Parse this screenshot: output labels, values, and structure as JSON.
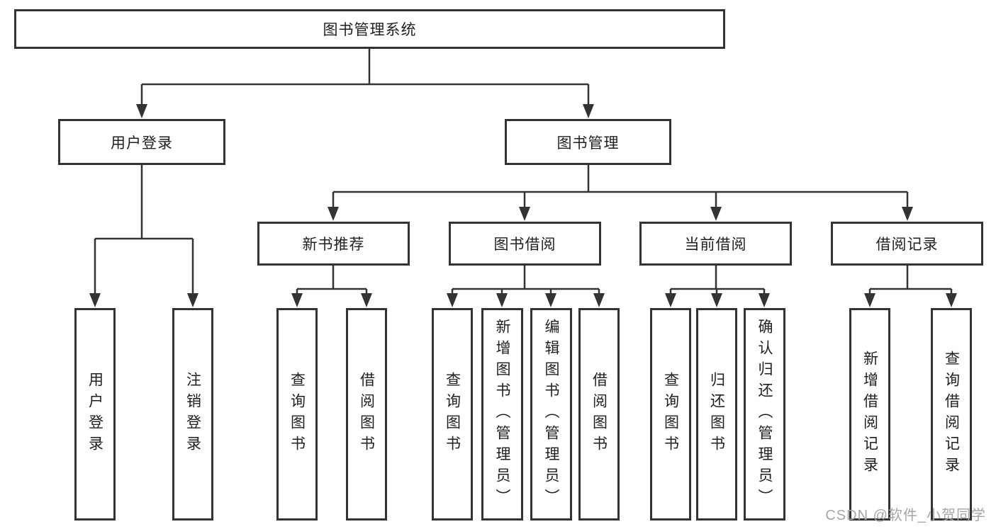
{
  "colors": {
    "line": "#333333",
    "box_border": "#333333",
    "text": "#1f1f1f",
    "watermark": "#a6a6a6",
    "background": "#ffffff"
  },
  "watermark": "CSDN @软件_小贺同学",
  "diagram": {
    "type": "hierarchy-tree",
    "root": {
      "label": "图书管理系统",
      "children": [
        {
          "label": "用户登录",
          "children": [
            {
              "label": "用户登录"
            },
            {
              "label": "注销登录"
            }
          ]
        },
        {
          "label": "图书管理",
          "children": [
            {
              "label": "新书推荐",
              "children": [
                {
                  "label": "查询图书"
                },
                {
                  "label": "借阅图书"
                }
              ]
            },
            {
              "label": "图书借阅",
              "children": [
                {
                  "label": "查询图书"
                },
                {
                  "label": "新增图书（管理员）"
                },
                {
                  "label": "编辑图书（管理员）"
                },
                {
                  "label": "借阅图书"
                }
              ]
            },
            {
              "label": "当前借阅",
              "children": [
                {
                  "label": "查询图书"
                },
                {
                  "label": "归还图书"
                },
                {
                  "label": "确认归还（管理员）"
                }
              ]
            },
            {
              "label": "借阅记录",
              "children": [
                {
                  "label": "新增借阅记录"
                },
                {
                  "label": "查询借阅记录"
                }
              ]
            }
          ]
        }
      ]
    }
  }
}
